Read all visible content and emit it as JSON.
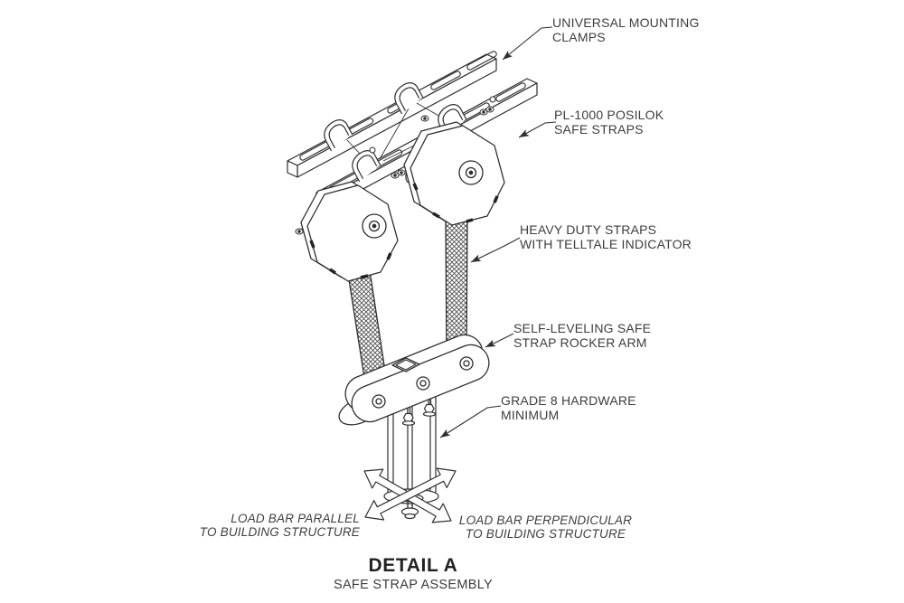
{
  "figure": {
    "title": "DETAIL A",
    "subtitle": "SAFE STRAP ASSEMBLY",
    "callouts": [
      {
        "name": "universal-mounting-clamps",
        "text": "UNIVERSAL MOUNTING\nCLAMPS"
      },
      {
        "name": "pl1000-posilok-safe-straps",
        "text": "PL-1000 POSILOK\nSAFE STRAPS"
      },
      {
        "name": "heavy-duty-straps",
        "text": "HEAVY DUTY STRAPS\nWITH TELLTALE INDICATOR"
      },
      {
        "name": "self-leveling-rocker-arm",
        "text": "SELF-LEVELING SAFE\nSTRAP ROCKER ARM"
      },
      {
        "name": "grade-8-hardware",
        "text": "GRADE 8 HARDWARE\nMINIMUM"
      }
    ],
    "orientation_labels": [
      {
        "name": "load-bar-parallel",
        "text": "LOAD BAR PARALLEL\nTO BUILDING STRUCTURE"
      },
      {
        "name": "load-bar-perpendicular",
        "text": "LOAD BAR PERPENDICULAR\nTO BUILDING STRUCTURE"
      }
    ],
    "colors": {
      "line": "#2e2e2e",
      "text": "#3d3d3d",
      "background": "#ffffff"
    }
  }
}
